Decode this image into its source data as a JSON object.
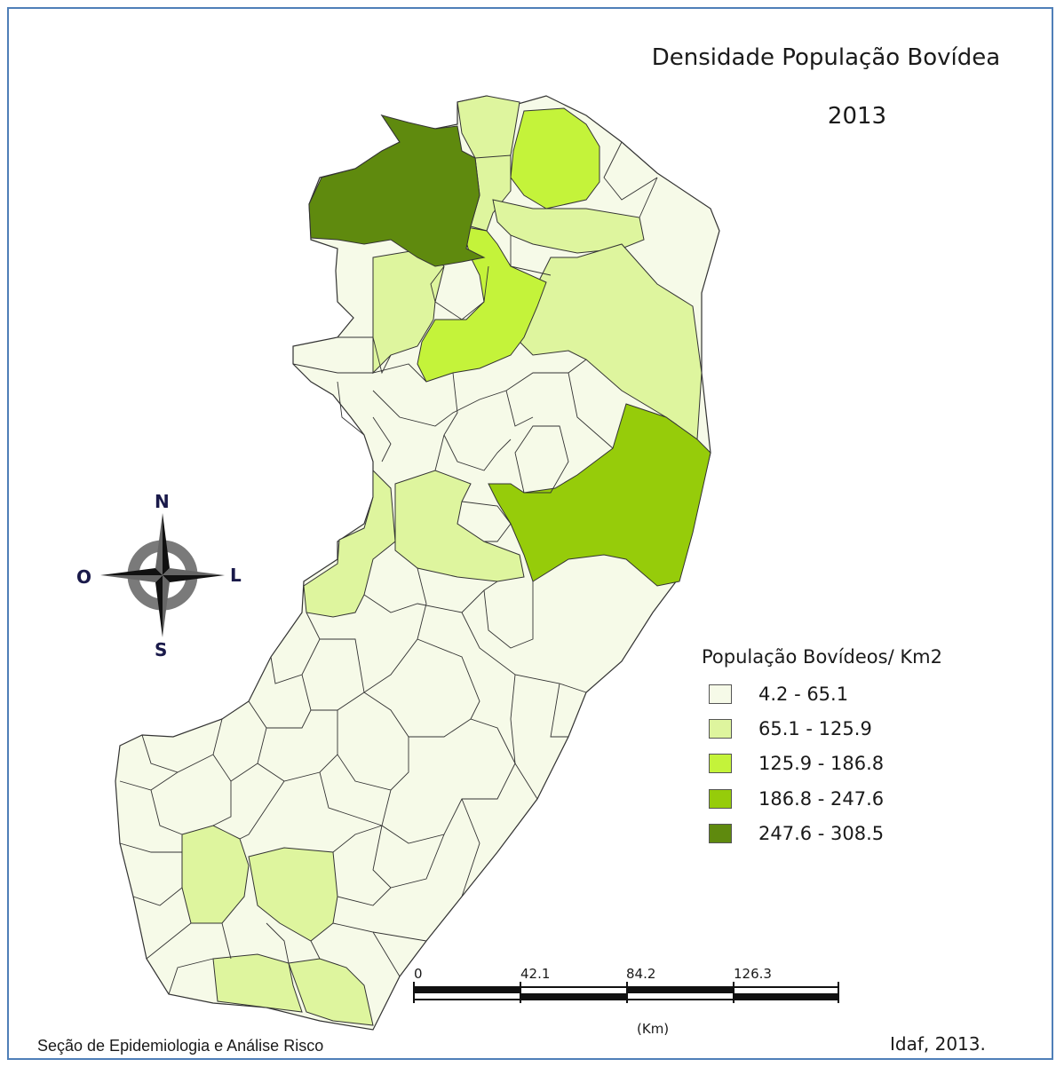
{
  "map": {
    "title": "Densidade População Bovídea",
    "year": "2013"
  },
  "legend": {
    "title": "População Bovídeos/ Km2",
    "classes": [
      {
        "label": "4.2 - 65.1",
        "color": "#f6fae8"
      },
      {
        "label": "65.1 - 125.9",
        "color": "#def59e"
      },
      {
        "label": "125.9 - 186.8",
        "color": "#c4f33a"
      },
      {
        "label": "186.8 - 247.6",
        "color": "#96cc0a"
      },
      {
        "label": "247.6 - 308.5",
        "color": "#5f8a0e"
      }
    ]
  },
  "compass": {
    "north": "N",
    "south": "S",
    "east": "L",
    "west": "O"
  },
  "scale_bar": {
    "ticks": [
      "0",
      "42.1",
      "84.2",
      "126.3"
    ],
    "unit": "(Km)"
  },
  "footer": {
    "left": "Seção de Epidemiologia e Análise Risco",
    "right": "Idaf, 2013."
  }
}
